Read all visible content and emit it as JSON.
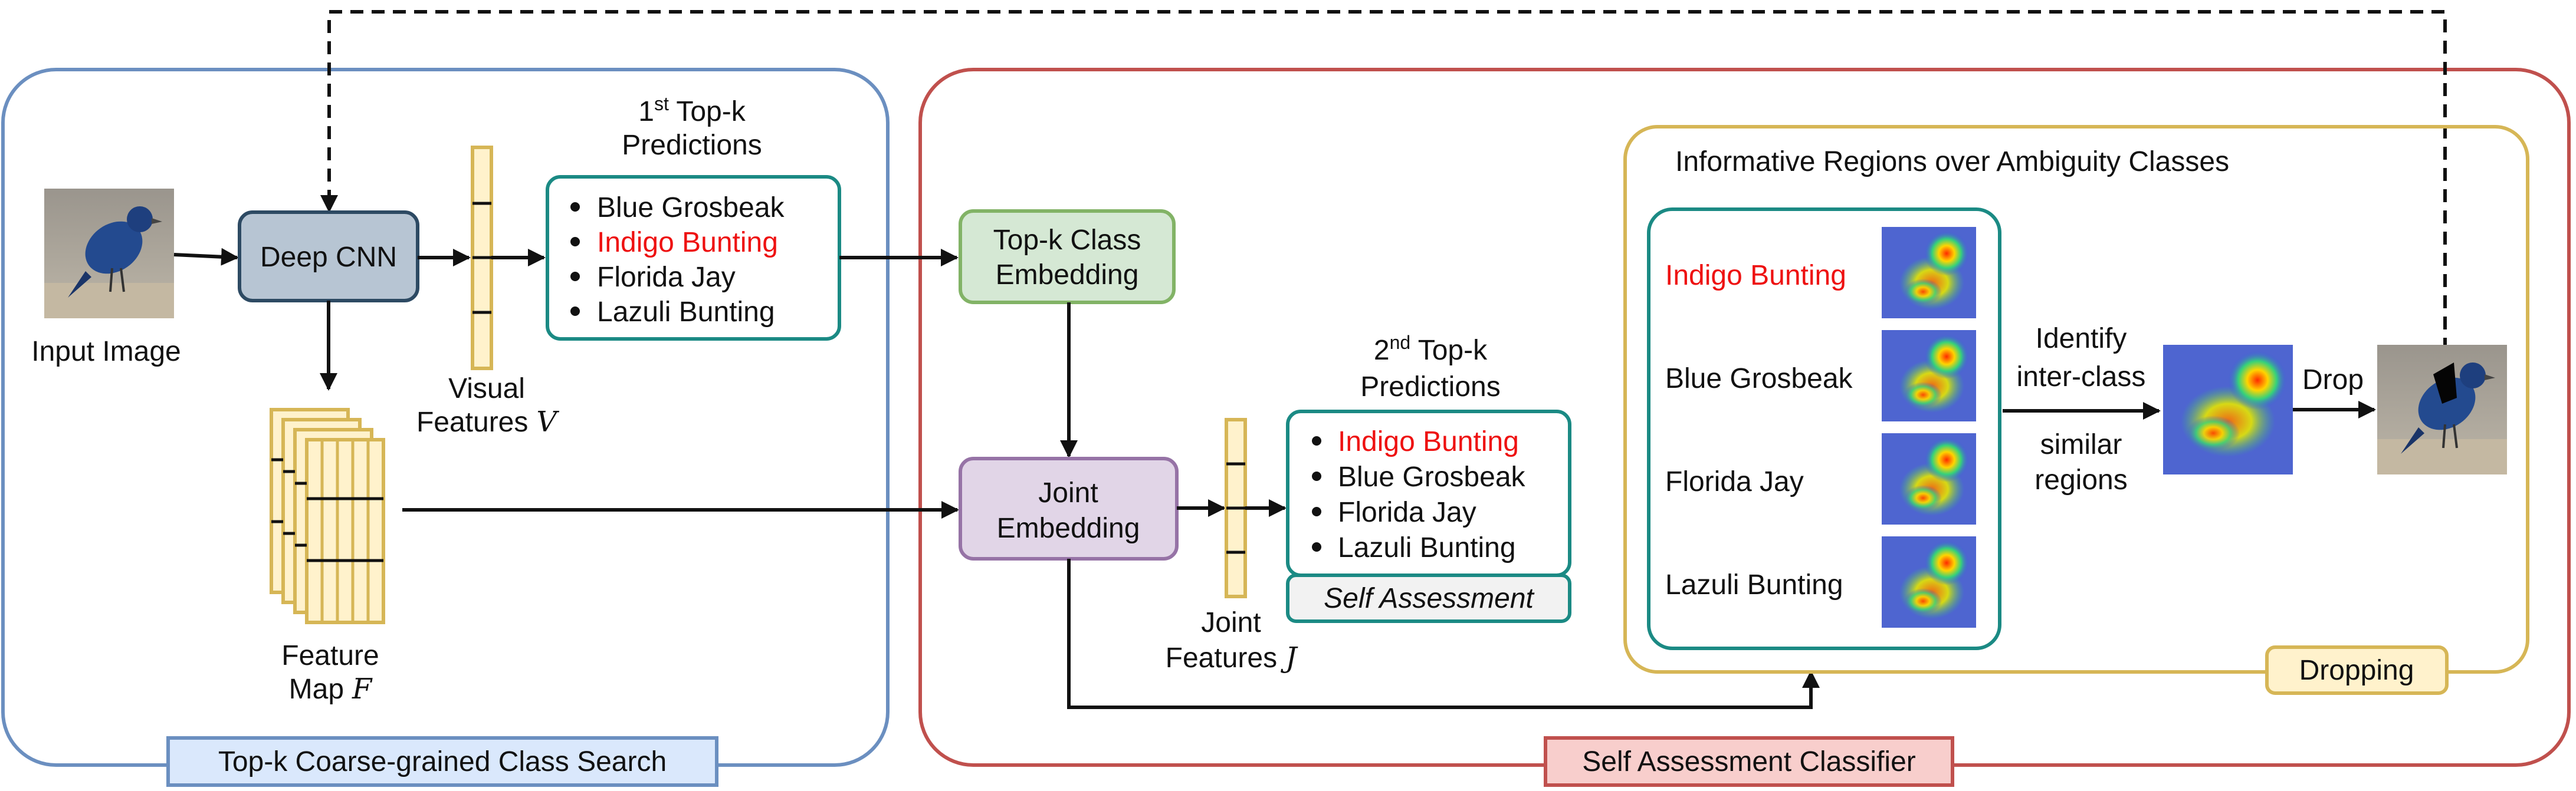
{
  "colors": {
    "left_panel": "#6b8fc0",
    "right_panel": "#c0504d",
    "cnn_fill": "#b7c5d3",
    "cnn_stroke": "#2d4a63",
    "teal": "#1b8a84",
    "green_fill": "#d5e8d4",
    "green_stroke": "#82b366",
    "purple_fill": "#e1d5e7",
    "purple_stroke": "#9673a6",
    "feature_fill": "#fff2cc",
    "feature_stroke": "#d6b656",
    "red_text": "#ee1111",
    "blue_label_fill": "#dae8fc",
    "red_label_fill": "#f8cecc"
  },
  "panels": {
    "left_label": "Top-k Coarse-grained Class Search",
    "right_label": "Self Assessment Classifier"
  },
  "input_image": {
    "caption": "Input Image",
    "icon": "bird-photo"
  },
  "deep_cnn": {
    "label": "Deep CNN"
  },
  "visual_features": {
    "line1": "Visual",
    "line2": "Features",
    "symbol": "V"
  },
  "feature_map": {
    "line1": "Feature",
    "line2": "Map",
    "symbol": "F"
  },
  "first_predictions": {
    "title_main": "1",
    "title_sup": "st",
    "title_rest": " Top-k",
    "title_line2": "Predictions",
    "items": [
      "Blue Grosbeak",
      "Indigo Bunting",
      "Florida Jay",
      "Lazuli Bunting"
    ],
    "highlight_index": 1
  },
  "topk_embedding": {
    "line1": "Top-k Class",
    "line2": "Embedding"
  },
  "joint_embedding": {
    "line1": "Joint",
    "line2": "Embedding"
  },
  "joint_features": {
    "line1": "Joint",
    "line2": "Features",
    "symbol": "J"
  },
  "second_predictions": {
    "title_main": "2",
    "title_sup": "nd",
    "title_rest": " Top-k",
    "title_line2": "Predictions",
    "items": [
      "Indigo Bunting",
      "Blue Grosbeak",
      "Florida Jay",
      "Lazuli Bunting"
    ],
    "highlight_index": 0,
    "self_assessment": "Self Assessment"
  },
  "regions": {
    "title": "Informative Regions over Ambiguity Classes",
    "classes": [
      "Indigo Bunting",
      "Blue Grosbeak",
      "Florida Jay",
      "Lazuli Bunting"
    ],
    "highlight_index": 0,
    "identify_line1": "Identify",
    "identify_line2": "inter-class",
    "similar_line1": "similar",
    "similar_line2": "regions",
    "drop": "Drop",
    "dropping": "Dropping"
  }
}
